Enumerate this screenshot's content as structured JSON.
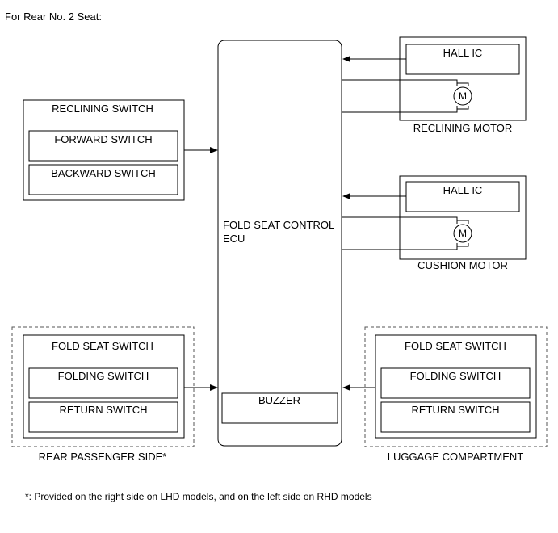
{
  "header": {
    "title": "For Rear No. 2 Seat:"
  },
  "ecu": {
    "label_line1": "FOLD SEAT CONTROL",
    "label_line2": "ECU",
    "buzzer": "BUZZER"
  },
  "reclining_switch": {
    "title": "RECLINING SWITCH",
    "forward": "FORWARD SWITCH",
    "backward": "BACKWARD SWITCH"
  },
  "reclining_motor": {
    "hall_ic": "HALL IC",
    "motor_symbol": "M",
    "caption": "RECLINING MOTOR"
  },
  "cushion_motor": {
    "hall_ic": "HALL IC",
    "motor_symbol": "M",
    "caption": "CUSHION MOTOR"
  },
  "rear_passenger": {
    "title": "FOLD SEAT SWITCH",
    "folding": "FOLDING SWITCH",
    "return": "RETURN SWITCH",
    "caption": "REAR PASSENGER SIDE*"
  },
  "luggage": {
    "title": "FOLD SEAT SWITCH",
    "folding": "FOLDING SWITCH",
    "return": "RETURN SWITCH",
    "caption": "LUGGAGE COMPARTMENT"
  },
  "footnote": "*: Provided on the right side on LHD models, and on the left side on RHD models"
}
